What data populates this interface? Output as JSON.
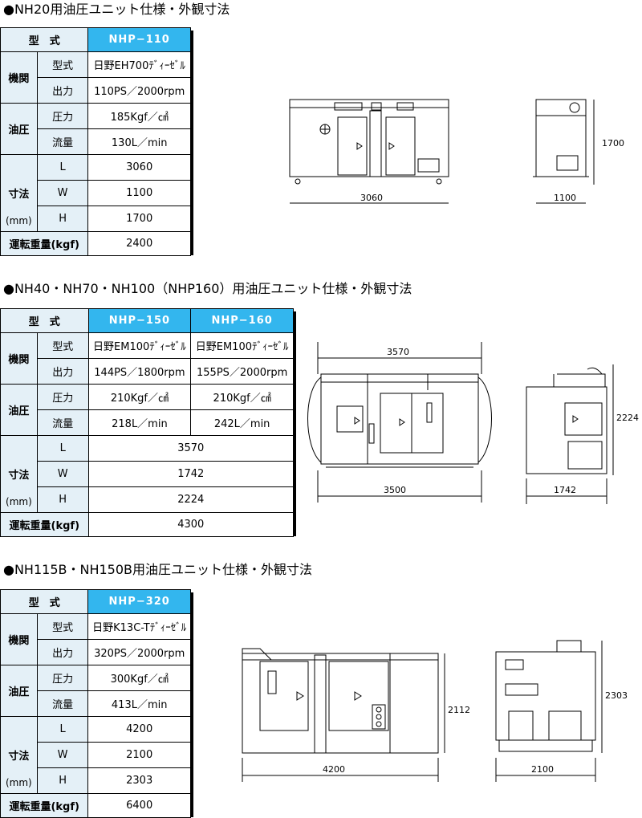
{
  "sections": [
    {
      "title": "●NH20用油圧ユニット仕様・外観寸法",
      "models": [
        "NHP−110"
      ],
      "labels": {
        "model": "型　式",
        "engine": "機関",
        "engine_model": "型式",
        "power": "出力",
        "hydraulic": "油圧",
        "pressure": "圧力",
        "flow": "流量",
        "dims": "寸法",
        "dims_unit": "(mm)",
        "L": "L",
        "W": "W",
        "H": "H",
        "weight": "運転重量(kgf)"
      },
      "engine_models": [
        "日野EH700ﾃﾞｨｰｾﾞﾙ"
      ],
      "powers": [
        "110PS／2000rpm"
      ],
      "pressures": [
        "185Kgf／㎠"
      ],
      "flows": [
        "130L／min"
      ],
      "L": "3060",
      "W": "1100",
      "H": "1700",
      "weight": "2400",
      "drawing": {
        "length": "3060",
        "width": "1100",
        "height": "1700"
      }
    },
    {
      "title": "●NH40・NH70・NH100（NHP160）用油圧ユニット仕様・外観寸法",
      "models": [
        "NHP−150",
        "NHP−160"
      ],
      "labels": {
        "model": "型　式",
        "engine": "機関",
        "engine_model": "型式",
        "power": "出力",
        "hydraulic": "油圧",
        "pressure": "圧力",
        "flow": "流量",
        "dims": "寸法",
        "dims_unit": "(mm)",
        "L": "L",
        "W": "W",
        "H": "H",
        "weight": "運転重量(kgf)"
      },
      "engine_models": [
        "日野EM100ﾃﾞｨｰｾﾞﾙ",
        "日野EM100ﾃﾞｨｰｾﾞﾙ"
      ],
      "powers": [
        "144PS／1800rpm",
        "155PS／2000rpm"
      ],
      "pressures": [
        "210Kgf／㎠",
        "210Kgf／㎠"
      ],
      "flows": [
        "218L／min",
        "242L／min"
      ],
      "L": "3570",
      "W": "1742",
      "H": "2224",
      "weight": "4300",
      "drawing": {
        "length_top": "3570",
        "length": "3500",
        "width": "1742",
        "height": "2224"
      }
    },
    {
      "title": "●NH115B・NH150B用油圧ユニット仕様・外観寸法",
      "models": [
        "NHP−320"
      ],
      "labels": {
        "model": "型　式",
        "engine": "機関",
        "engine_model": "型式",
        "power": "出力",
        "hydraulic": "油圧",
        "pressure": "圧力",
        "flow": "流量",
        "dims": "寸法",
        "dims_unit": "(mm)",
        "L": "L",
        "W": "W",
        "H": "H",
        "weight": "運転重量(kgf)"
      },
      "engine_models": [
        "日野K13C-Tﾃﾞｨｰｾﾞﾙ"
      ],
      "powers": [
        "320PS／2000rpm"
      ],
      "pressures": [
        "300Kgf／㎠"
      ],
      "flows": [
        "413L／min"
      ],
      "L": "4200",
      "W": "2100",
      "H": "2303",
      "weight": "6400",
      "drawing": {
        "length": "4200",
        "width": "2100",
        "height_front": "2112",
        "height": "2303"
      }
    }
  ],
  "colors": {
    "header_blue": "#33b6ee",
    "label_bg": "#e4f0f7"
  }
}
